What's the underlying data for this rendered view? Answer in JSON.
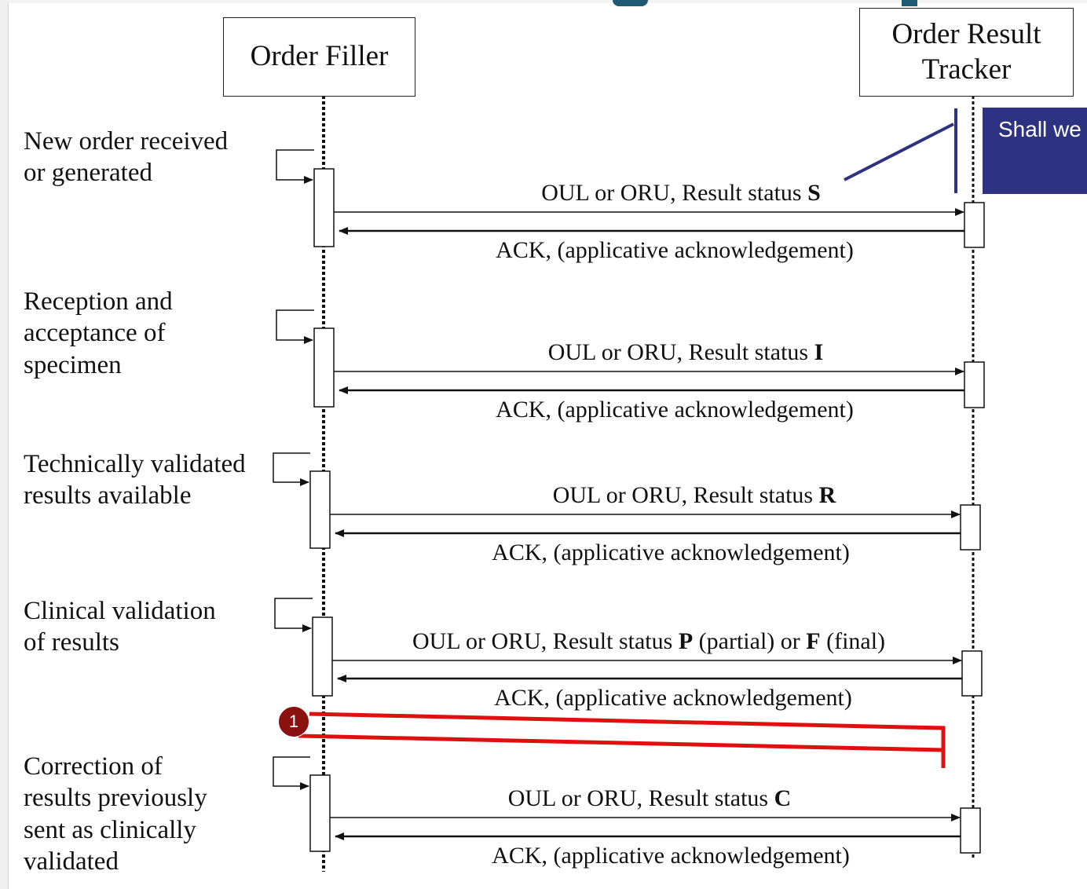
{
  "actors": {
    "order_filler": "Order Filler",
    "order_result_tracker": "Order Result\nTracker"
  },
  "steps": [
    {
      "label": "New order received\nor generated",
      "message_prefix": "OUL or ORU, Result status ",
      "message_status": "S",
      "message_suffix": "",
      "ack": "ACK, (applicative acknowledgement)"
    },
    {
      "label": "Reception and\nacceptance of\nspecimen",
      "message_prefix": "OUL or ORU, Result status ",
      "message_status": "I",
      "message_suffix": "",
      "ack": "ACK, (applicative acknowledgement)"
    },
    {
      "label": "Technically validated\nresults available",
      "message_prefix": "OUL or ORU, Result status ",
      "message_status": "R",
      "message_suffix": "",
      "ack": "ACK, (applicative acknowledgement)"
    },
    {
      "label": "Clinical validation\nof results",
      "message_prefix": "OUL or ORU, Result status ",
      "message_status": "P",
      "message_suffix": " (partial) or ",
      "message_status2": "F",
      "message_suffix2": " (final)",
      "ack": "ACK, (applicative acknowledgement)"
    },
    {
      "label": "Correction of\nresults previously\nsent as clinically\nvalidated",
      "message_prefix": "OUL or ORU, Result status ",
      "message_status": "C",
      "message_suffix": "",
      "ack": "ACK, (applicative acknowledgement)"
    }
  ],
  "annotations": {
    "comment_text": "Shall we",
    "comment_color": "#2e3283",
    "marker_number": "1",
    "marker_color": "#8b1010",
    "highlight_color": "#e01010"
  }
}
